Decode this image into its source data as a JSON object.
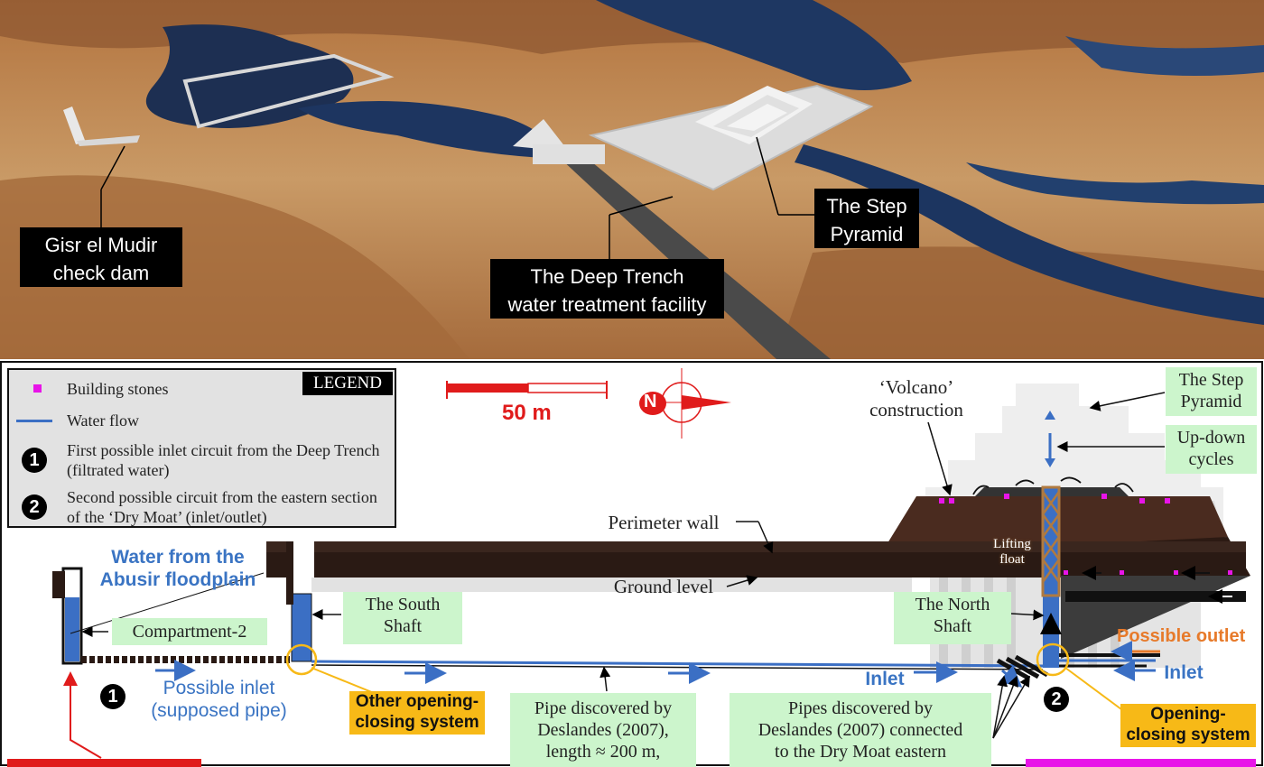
{
  "top_panel": {
    "labels": {
      "gisr": "Gisr el Mudir\ncheck dam",
      "trench": "The Deep Trench\nwater treatment facility",
      "pyramid": "The Step\nPyramid"
    }
  },
  "legend": {
    "tag": "LEGEND",
    "items": [
      {
        "symbol": "square",
        "color": "#e814e8",
        "text": "Building stones"
      },
      {
        "symbol": "line",
        "color": "#3b6fc4",
        "text": "Water flow"
      },
      {
        "symbol": "1",
        "text": "First possible inlet circuit from the Deep Trench (filtrated water)"
      },
      {
        "symbol": "2",
        "text": "Second possible circuit from the eastern section of the ‘Dry Moat’ (inlet/outlet)"
      }
    ]
  },
  "scale_bar": {
    "label": "50 m",
    "color": "#e01b1b"
  },
  "north": {
    "label": "N",
    "color": "#e01b1b"
  },
  "labels": {
    "volcano": "‘Volcano’\nconstruction",
    "step_pyramid": "The Step\nPyramid",
    "up_down": "Up-down\ncycles",
    "perimeter_wall": "Perimeter wall",
    "ground_level": "Ground level",
    "water_from": "Water from the\nAbusir floodplain",
    "compartment": "Compartment-2",
    "south_shaft": "The South\nShaft",
    "north_shaft": "The North\nShaft",
    "lifting_float": "Lifting\nfloat",
    "possible_outlet": "Possible outlet",
    "inlet_a": "Inlet",
    "inlet_b": "Inlet",
    "possible_inlet": "Possible inlet\n(supposed pipe)",
    "other_opening": "Other opening-\nclosing system",
    "opening_closing": "Opening-\nclosing system",
    "pipe_single": "Pipe discovered by\nDeslandes (2007),\nlength ≈ 200 m,",
    "pipes_multi": "Pipes discovered by\nDeslandes (2007) connected\nto the Dry Moat eastern",
    "badge_1": "1",
    "badge_2": "2"
  },
  "colors": {
    "water": "#3b6fc4",
    "label_green": "#ccf5cc",
    "label_yellow": "#f7b917",
    "building_stone": "#e814e8",
    "wall": "#2a1a14",
    "orange": "#e77a2a"
  }
}
